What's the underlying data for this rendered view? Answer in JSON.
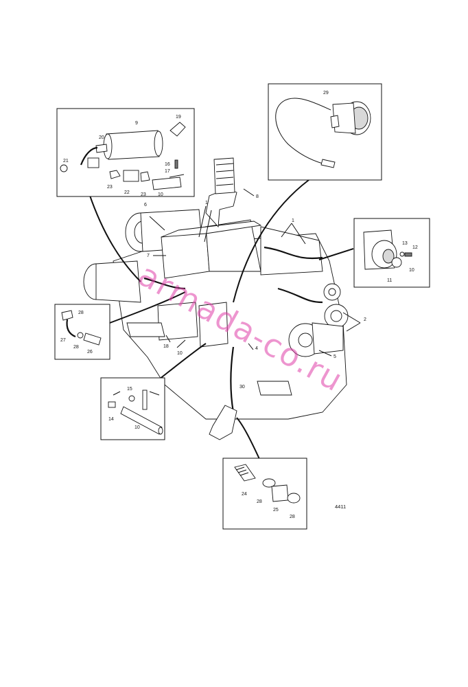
{
  "figure_number": "4411",
  "watermark": "armada-co.ru",
  "callouts": {
    "c1": "1",
    "c1b": "1",
    "c2": "2",
    "c4": "4",
    "c5": "5",
    "c6": "6",
    "c7": "7",
    "c8": "8",
    "c9": "9",
    "c10a": "10",
    "c10b": "10",
    "c10c": "10",
    "c10d": "10",
    "c11": "11",
    "c12": "12",
    "c13": "13",
    "c14": "14",
    "c15": "15",
    "c16": "16",
    "c17": "17",
    "c18": "18",
    "c19": "19",
    "c20": "20",
    "c21": "21",
    "c22": "22",
    "c23a": "23",
    "c23b": "23",
    "c24": "24",
    "c25": "25",
    "c26": "26",
    "c27": "27",
    "c28a": "28",
    "c28b": "28",
    "c28c": "28",
    "c28d": "28",
    "c29": "29",
    "c30": "30"
  },
  "colors": {
    "line": "#111111",
    "watermark": "#e040a8"
  }
}
